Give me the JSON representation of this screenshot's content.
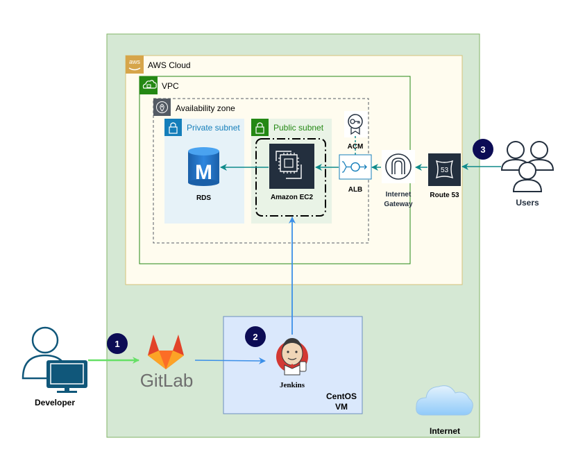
{
  "groups": {
    "aws_cloud": "AWS Cloud",
    "vpc": "VPC",
    "availability_zone": "Availability zone",
    "private_subnet": "Private subnet",
    "public_subnet": "Public subnet"
  },
  "nodes": {
    "rds": "RDS",
    "ec2": "Amazon EC2",
    "acm": "ACM",
    "alb": "ALB",
    "igw_line1": "Internet",
    "igw_line2": "Gateway",
    "route53": "Route 53",
    "route53_badge": "53",
    "users": "Users",
    "developer": "Developer",
    "gitlab": "GitLab",
    "jenkins": "Jenkins",
    "centos_line1": "CentOS",
    "centos_line2": "VM",
    "internet": "Internet",
    "aws_logo": "aws"
  },
  "steps": [
    "1",
    "2",
    "3"
  ],
  "colors": {
    "outer_bg": "#d5e8d4",
    "outer_border": "#82b366",
    "cloud_bg": "#fffcef",
    "cloud_border": "#d6c27a",
    "vpc_border": "#248814",
    "private_bg": "#e6f2f8",
    "private_accent": "#147eba",
    "public_bg": "#e9f3e6",
    "public_accent": "#248814",
    "centos_bg": "#dae8fc",
    "centos_border": "#6c8ebf",
    "arrow_teal": "#0e8a8a",
    "arrow_blue": "#3b8fe8",
    "arrow_green": "#66e066",
    "step_badge": "#0c0c55",
    "navy": "#232f3e",
    "gitlab_orange": "#e24329"
  }
}
